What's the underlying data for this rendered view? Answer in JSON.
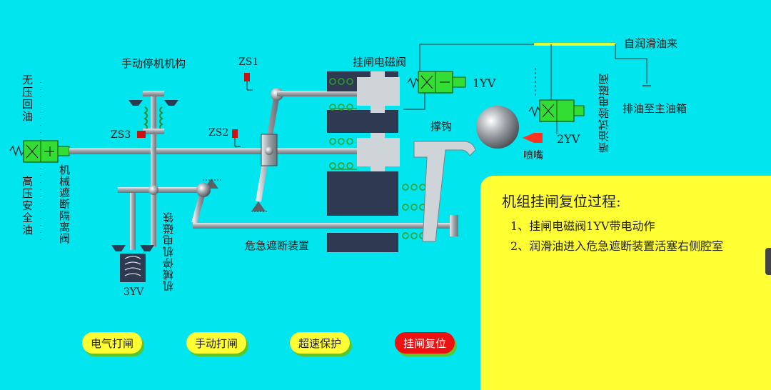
{
  "labels": {
    "manual_stop_mechanism": "手动停机机构",
    "no_pressure_return": "无压回油",
    "high_pressure_safety": "高压安全油",
    "mech_isolation_valve": "机械遮断隔离阀",
    "zs1": "ZS1",
    "zs2": "ZS2",
    "zs3": "ZS3",
    "trip_solenoid_valve": "挂闸电磁阀",
    "yv1": "1YV",
    "lube_oil_in": "自润滑油来",
    "drain_to_tank": "排油至主油箱",
    "spray_test_valve": "喷油试验电磁阀",
    "yv2": "2YV",
    "nozzle": "喷嘴",
    "hook": "撑钩",
    "emergency_trip_device": "危急遮断装置",
    "mech_stop_magnet": "机械停机电磁铁",
    "yv3": "3YV"
  },
  "panel": {
    "title": "机组挂闸复位过程:",
    "steps": [
      "1、挂闸电磁阀1YV带电动作",
      "2、润滑油进入危急遮断装置活塞右侧腔室"
    ]
  },
  "buttons": {
    "electric_trip": "电气打闸",
    "manual_trip": "手动打闸",
    "overspeed_protect": "超速保护",
    "trip_reset": "挂闸复位"
  },
  "colors": {
    "background": "#00e5ee",
    "panel": "#ffff33",
    "valve_green": "#33dd33",
    "block": "#2e3a52",
    "rod": "#9aa2a8",
    "reset_button": "#ee1111",
    "lube_line": "#e6ff33"
  }
}
